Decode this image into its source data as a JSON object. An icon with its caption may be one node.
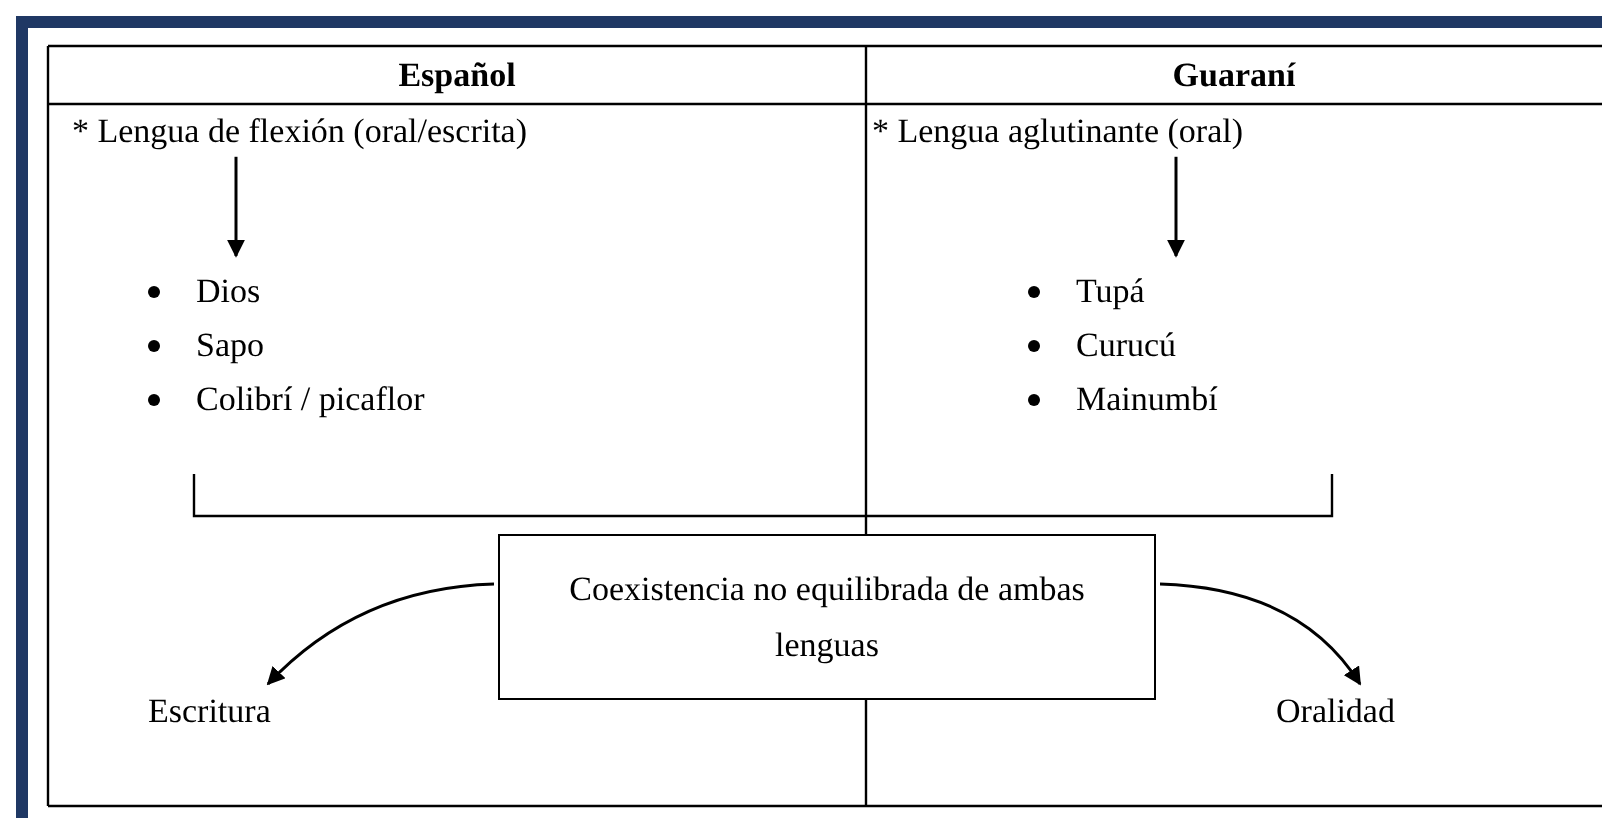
{
  "diagram": {
    "nodes": [
      {
        "text": [
          "* Lengua de flexión (oral/escrita)"
        ]
      },
      {
        "text": [
          "* Lengua aglutinante (oral)"
        ]
      },
      {
        "text": [
          "Dios",
          "Sapo",
          "Colibrí / picaflor"
        ]
      },
      {
        "text": [
          "Tupá",
          "Curucú",
          "Mainumbí"
        ]
      },
      {
        "text": [
          "Coexistencia no equilibrada de ambas lenguas"
        ]
      },
      {
        "text": [
          "Escritura"
        ]
      },
      {
        "text": [
          "Oralidad"
        ]
      }
    ],
    "edges": [
      {
        "from": 0,
        "to": 2,
        "arrow": "to"
      },
      {
        "from": 1,
        "to": 3,
        "arrow": "to"
      },
      {
        "from": 4,
        "to": 5,
        "arrow": "to"
      },
      {
        "from": 4,
        "to": 6,
        "arrow": "to"
      }
    ],
    "labels": [
      "Español",
      "Guaraní"
    ]
  }
}
